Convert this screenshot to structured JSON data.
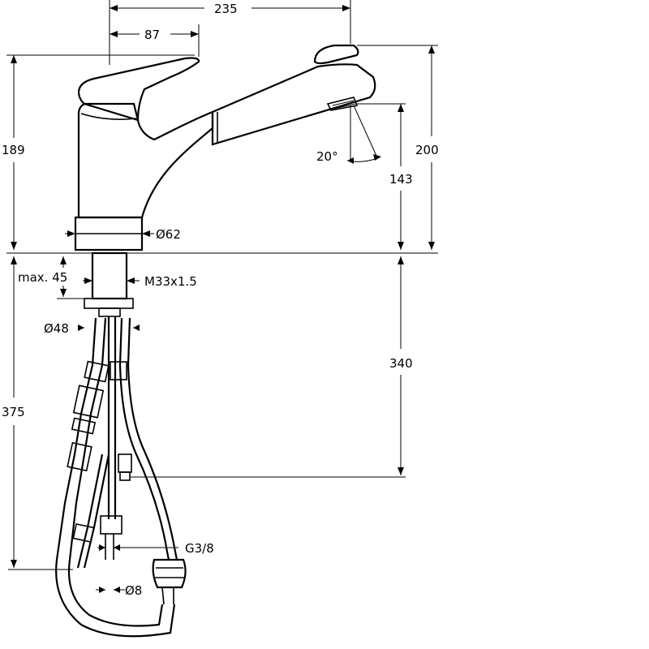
{
  "dimensions": {
    "width_top": "235",
    "width_handle": "87",
    "height_body": "189",
    "height_spout": "200",
    "spray_angle": "20°",
    "spout_clearance": "143",
    "body_diameter": "Ø62",
    "max_deck": "max. 45",
    "thread": "M33x1.5",
    "shank_diameter": "Ø48",
    "hose_length": "340",
    "total_below": "375",
    "connection": "G3/8",
    "pipe_diameter": "Ø8"
  }
}
